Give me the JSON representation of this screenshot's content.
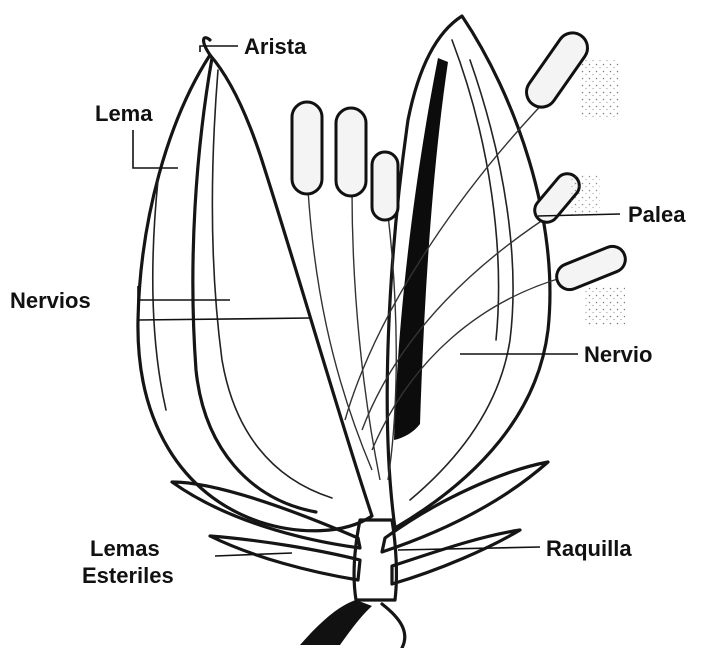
{
  "figure": {
    "ink_color": "#111111",
    "paper_color": "#ffffff",
    "labels": {
      "arista": "Arista",
      "lema": "Lema",
      "nervios": "Nervios",
      "palea": "Palea",
      "nervio": "Nervio",
      "lemas_line1": "Lemas",
      "lemas_line2": "Esteriles",
      "raquilla": "Raquilla"
    }
  }
}
